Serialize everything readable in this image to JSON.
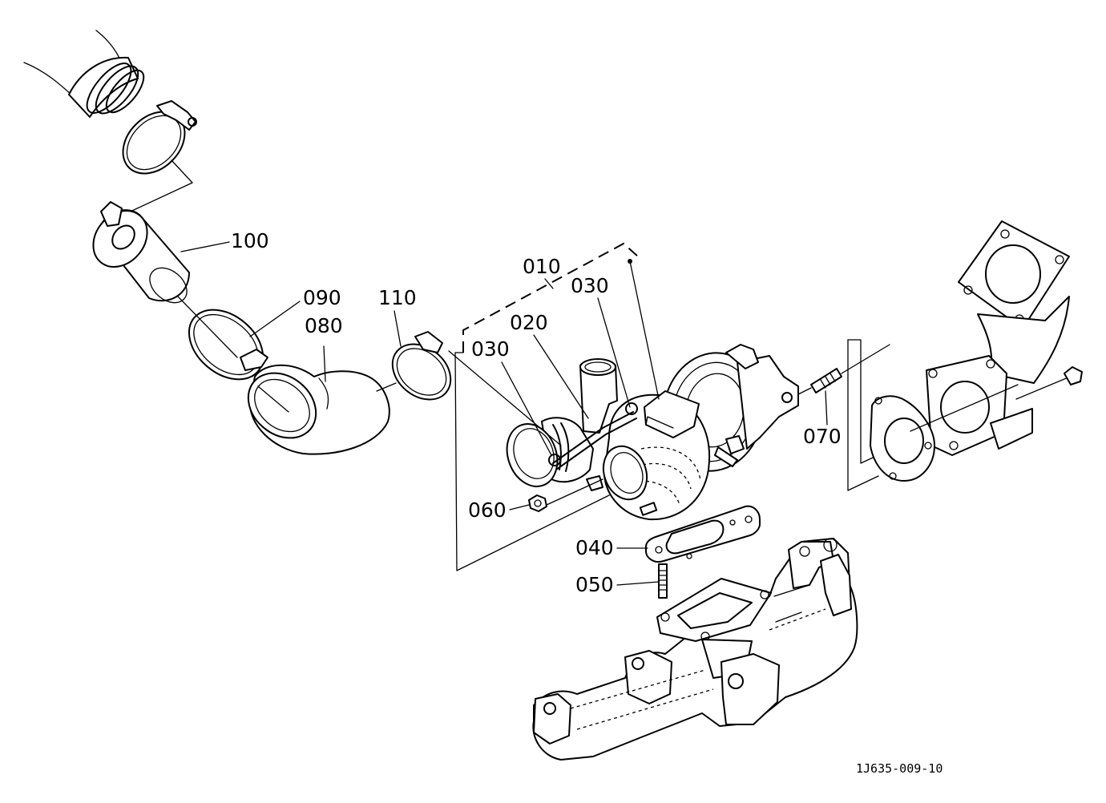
{
  "diagram": {
    "part_labels": {
      "p010": "010",
      "p020": "020",
      "p030a": "030",
      "p030b": "030",
      "p040": "040",
      "p050": "050",
      "p060": "060",
      "p070": "070",
      "p080": "080",
      "p090": "090",
      "p100": "100",
      "p110": "110"
    },
    "reference_code": "1J635-009-10"
  }
}
